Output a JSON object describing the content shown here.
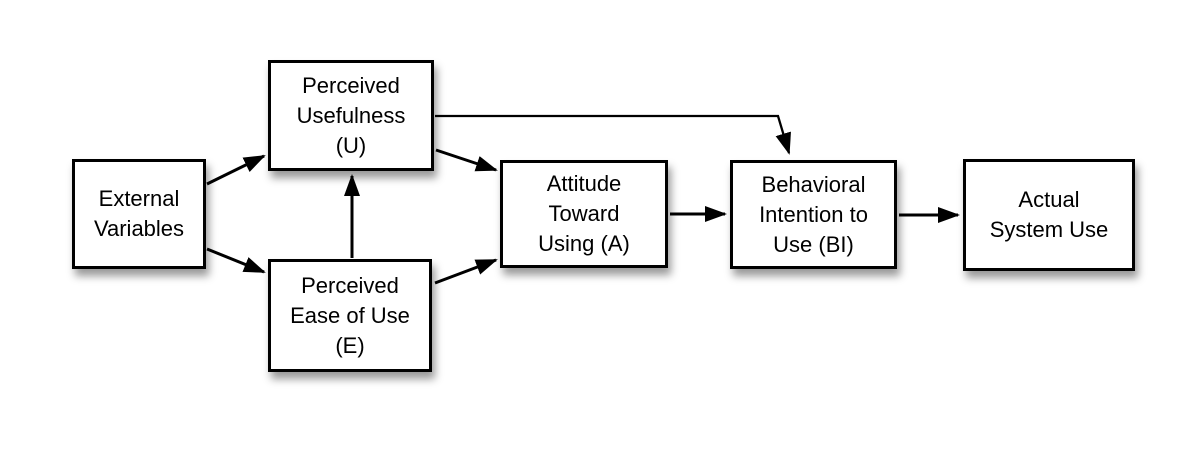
{
  "diagram": {
    "type": "flow-diagram",
    "background": "#ffffff"
  },
  "nodes": [
    {
      "id": "external-variables",
      "label": "External\nVariables"
    },
    {
      "id": "perceived-usefulness",
      "label": "Perceived\nUsefulness\n(U)"
    },
    {
      "id": "perceived-ease-of-use",
      "label": "Perceived\nEase of Use\n(E)"
    },
    {
      "id": "attitude-toward-using",
      "label": "Attitude\nToward\nUsing (A)"
    },
    {
      "id": "behavioral-intention-to-use",
      "label": "Behavioral\nIntention to\nUse (BI)"
    },
    {
      "id": "actual-system-use",
      "label": "Actual\nSystem Use"
    }
  ],
  "edges": [
    {
      "from": "external-variables",
      "to": "perceived-usefulness"
    },
    {
      "from": "external-variables",
      "to": "perceived-ease-of-use"
    },
    {
      "from": "perceived-ease-of-use",
      "to": "perceived-usefulness"
    },
    {
      "from": "perceived-usefulness",
      "to": "attitude-toward-using"
    },
    {
      "from": "perceived-ease-of-use",
      "to": "attitude-toward-using"
    },
    {
      "from": "perceived-usefulness",
      "to": "behavioral-intention-to-use"
    },
    {
      "from": "attitude-toward-using",
      "to": "behavioral-intention-to-use"
    },
    {
      "from": "behavioral-intention-to-use",
      "to": "actual-system-use"
    }
  ],
  "colors": {
    "box_fill": "#ffffff",
    "box_border": "#000000",
    "text": "#000000",
    "arrow": "#000000"
  }
}
